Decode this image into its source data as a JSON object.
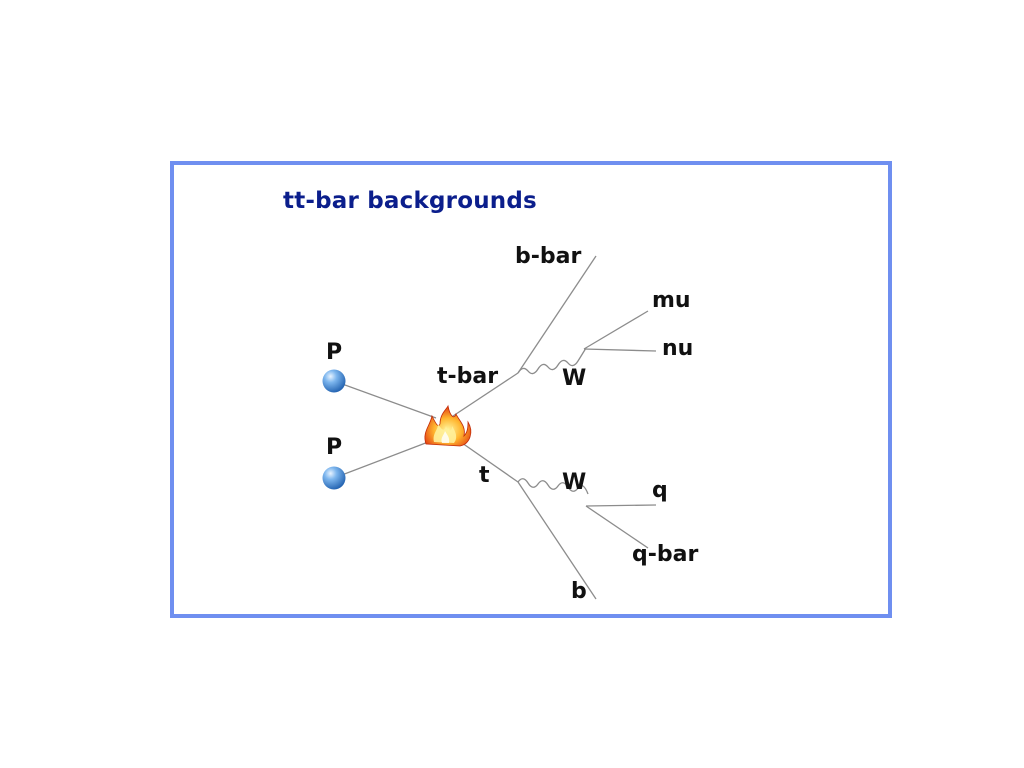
{
  "title": "tt-bar backgrounds",
  "labels": {
    "proton_top": "P",
    "proton_bottom": "P",
    "t_bar": "t-bar",
    "t": "t",
    "b_bar": "b-bar",
    "mu": "mu",
    "nu": "nu",
    "w_top": "W",
    "w_bottom": "W",
    "q": "q",
    "q_bar": "q-bar",
    "b": "b"
  },
  "colors": {
    "frame": "#6f8ff0",
    "title": "#0b1e8c",
    "line": "#8c8c8c",
    "proton": "#3a86d8"
  },
  "icons": {
    "collision": "fire-icon"
  }
}
